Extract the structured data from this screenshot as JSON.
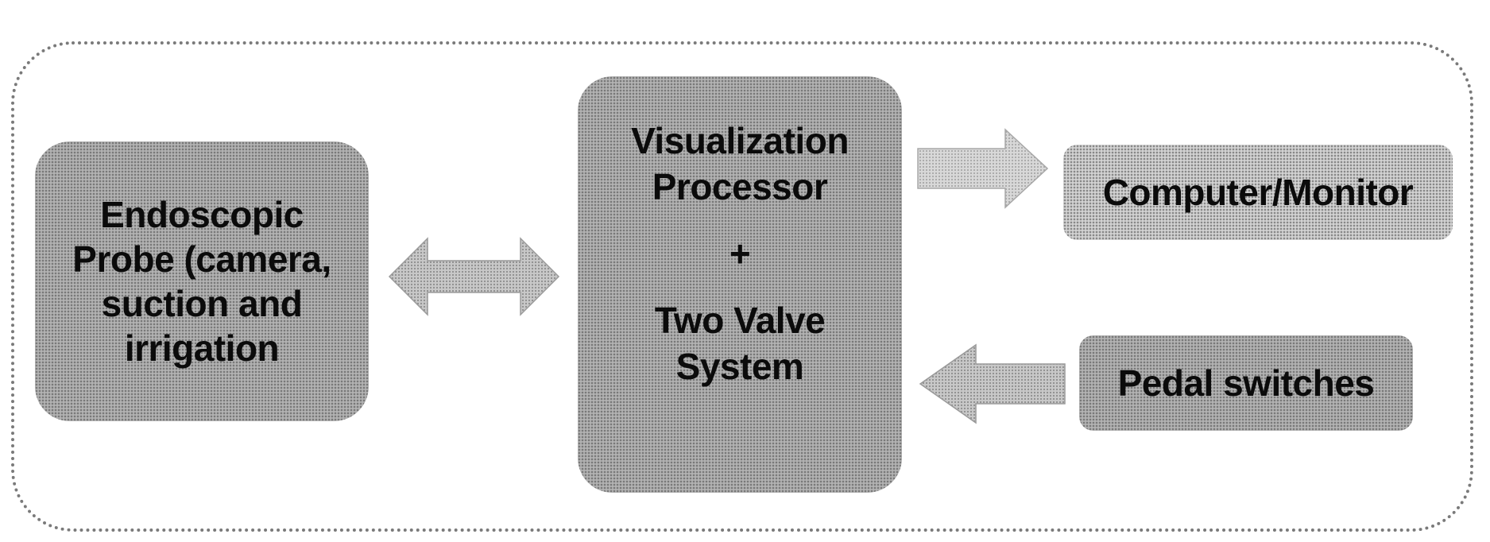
{
  "blocks": {
    "endoscopic_probe": [
      "Endoscopic",
      "Probe (camera,",
      "suction and",
      "irrigation"
    ],
    "processor_top": [
      "Visualization",
      "Processor"
    ],
    "processor_plus": "+",
    "processor_bottom": [
      "Two Valve",
      "System"
    ],
    "computer_monitor": "Computer/Monitor",
    "pedal_switches": "Pedal switches"
  },
  "connections": [
    {
      "from": "endoscopic_probe",
      "to": "processor",
      "direction": "bidirectional"
    },
    {
      "from": "processor",
      "to": "computer_monitor",
      "direction": "right"
    },
    {
      "from": "pedal_switches",
      "to": "processor",
      "direction": "left"
    }
  ]
}
